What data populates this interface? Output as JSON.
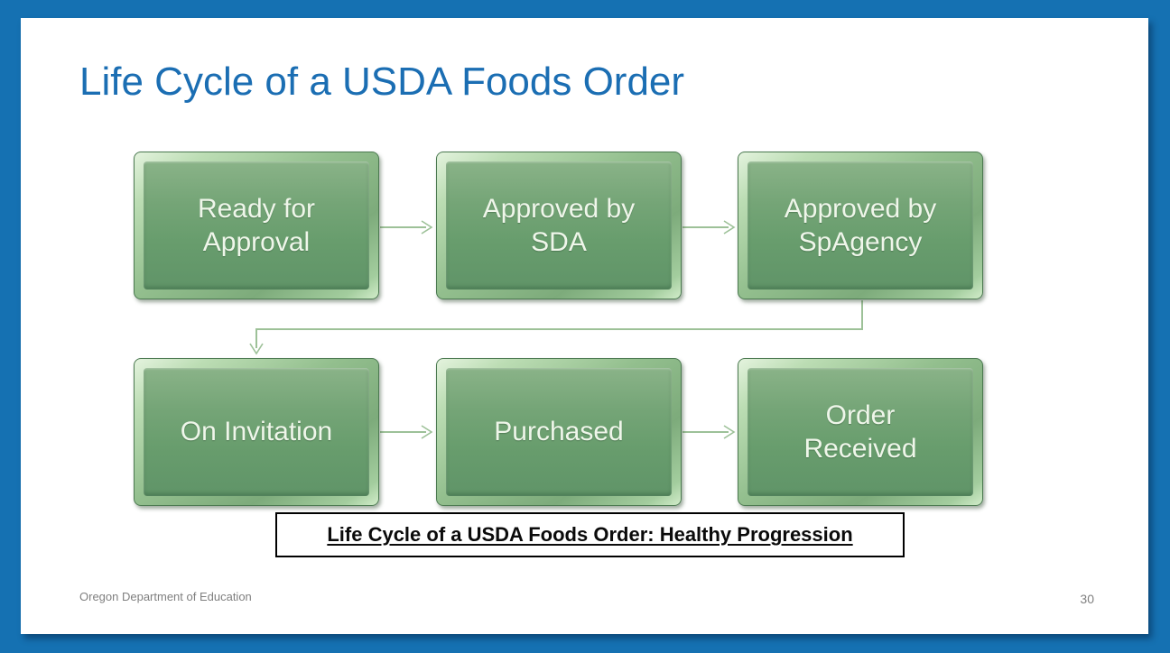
{
  "slide": {
    "title": "Life Cycle of a USDA Foods Order",
    "caption": "Life Cycle of a USDA Foods Order: Healthy Progression",
    "footer": "Oregon Department of Education",
    "page_number": "30"
  },
  "diagram": {
    "type": "flowchart",
    "boxes": [
      {
        "id": "ready-for-approval",
        "label": "Ready for\nApproval",
        "row": 1
      },
      {
        "id": "approved-by-sda",
        "label": "Approved by\nSDA",
        "row": 1
      },
      {
        "id": "approved-by-spagency",
        "label": "Approved by\nSpAgency",
        "row": 1
      },
      {
        "id": "on-invitation",
        "label": "On Invitation",
        "row": 2
      },
      {
        "id": "purchased",
        "label": "Purchased",
        "row": 2
      },
      {
        "id": "order-received",
        "label": "Order\nReceived",
        "row": 2
      }
    ],
    "connections": [
      [
        "Ready for Approval",
        "Approved by SDA"
      ],
      [
        "Approved by SDA",
        "Approved by SpAgency"
      ],
      [
        "Approved by SpAgency",
        "On Invitation"
      ],
      [
        "On Invitation",
        "Purchased"
      ],
      [
        "Purchased",
        "Order Received"
      ]
    ]
  },
  "colors": {
    "frame_blue": "#1571b2",
    "title_blue": "#1b6eb3",
    "box_body_green": "#6a9e6e",
    "box_bevel_light": "#cde8c6",
    "box_border_dark": "#4b7950",
    "arrow_green": "#9dc198",
    "caption_border": "#000000",
    "footer_gray": "#7f7f7f"
  }
}
